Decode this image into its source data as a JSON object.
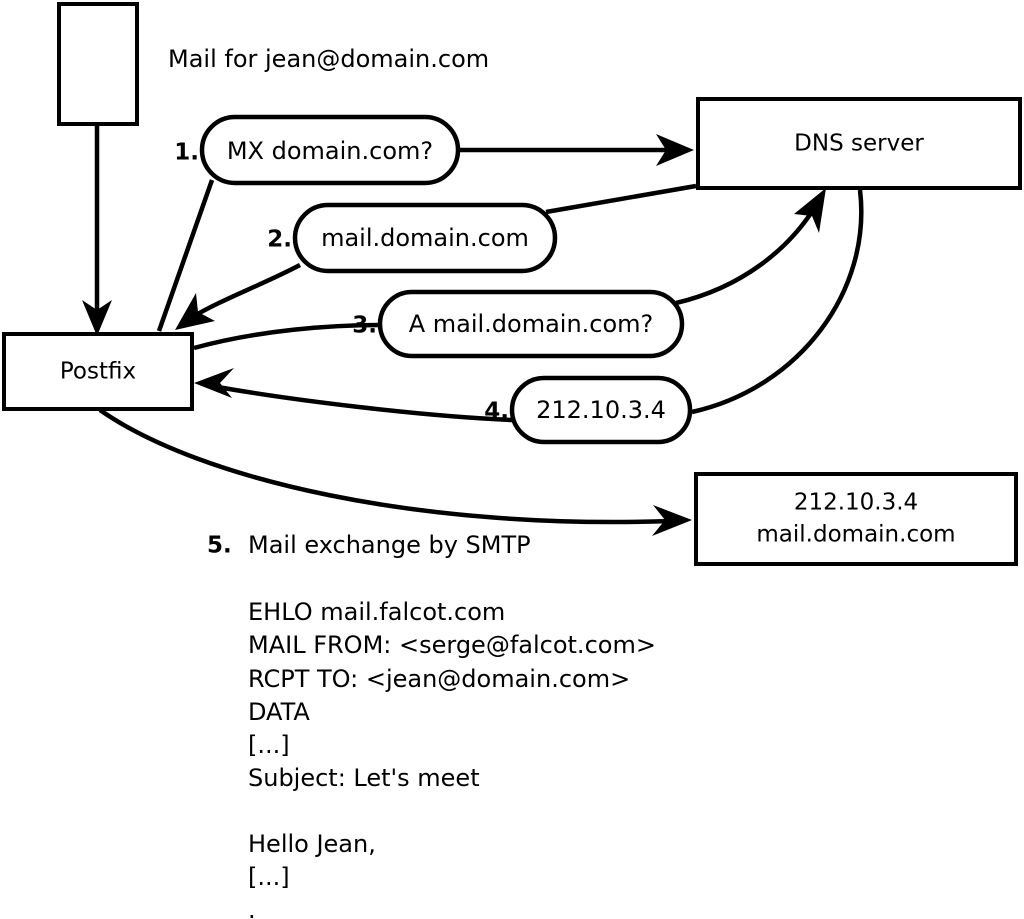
{
  "diagram": {
    "title_note": "Mail for jean@domain.com",
    "nodes": [
      {
        "id": "sender",
        "label": ""
      },
      {
        "id": "postfix",
        "label": "Postfix"
      },
      {
        "id": "dns",
        "label": "DNS server"
      },
      {
        "id": "mailserver",
        "label_line1": "212.10.3.4",
        "label_line2": "mail.domain.com"
      }
    ],
    "steps": [
      {
        "num": "1.",
        "label": "MX domain.com?"
      },
      {
        "num": "2.",
        "label": "mail.domain.com"
      },
      {
        "num": "3.",
        "label": "A mail.domain.com?"
      },
      {
        "num": "4.",
        "label": "212.10.3.4"
      }
    ],
    "step5": {
      "num": "5.",
      "label": "Mail exchange by SMTP"
    },
    "smtp_transcript": [
      "EHLO mail.falcot.com",
      "MAIL FROM: <serge@falcot.com>",
      "RCPT TO: <jean@domain.com>",
      "DATA",
      "[...]",
      "Subject: Let's meet",
      "",
      "Hello Jean,",
      "[...]",
      "."
    ],
    "colors": {
      "stroke": "#000000",
      "fill": "#ffffff",
      "text": "#000000"
    }
  }
}
